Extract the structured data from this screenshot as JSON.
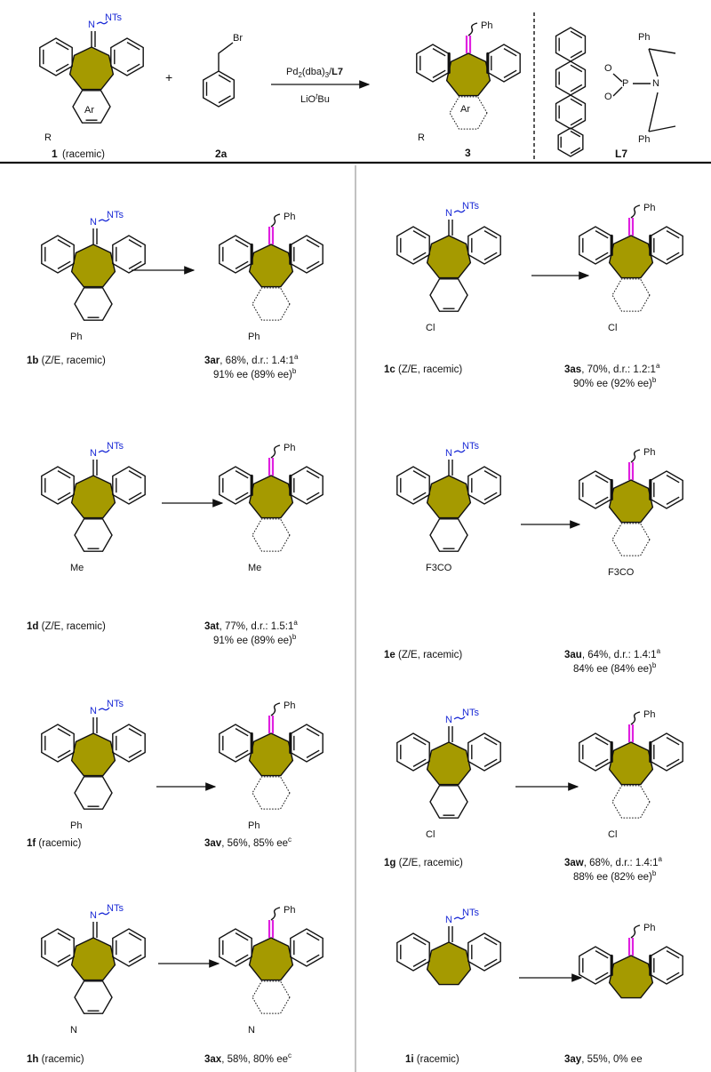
{
  "header": {
    "reactant1_label": "1",
    "reactant1_note": "(racemic)",
    "reactant2_label": "2a",
    "plus": "+",
    "conditions_top": "Pd2(dba)3/L7",
    "conditions_bottom": "LiOtBu",
    "product_label": "3",
    "ligand_label": "L7",
    "ar_label": "Ar",
    "r_label": "R",
    "br_label": "Br",
    "nts": "NTs",
    "n": "N",
    "ph": "Ph",
    "o": "O",
    "p": "P"
  },
  "entries": [
    {
      "substrate": "1b",
      "substrate_note": "(Z/E, racemic)",
      "product": "3ar",
      "line1": ", 68%, d.r.: 1.4:1",
      "sup1": "a",
      "line2": "91% ee (89% ee)",
      "sup2": "b",
      "subst": "Ph"
    },
    {
      "substrate": "1c",
      "substrate_note": "(Z/E, racemic)",
      "product": "3as",
      "line1": ", 70%, d.r.: 1.2:1",
      "sup1": "a",
      "line2": "90% ee (92% ee)",
      "sup2": "b",
      "subst": "Cl"
    },
    {
      "substrate": "1d",
      "substrate_note": "(Z/E, racemic)",
      "product": "3at",
      "line1": ", 77%, d.r.: 1.5:1",
      "sup1": "a",
      "line2": "91% ee (89% ee)",
      "sup2": "b",
      "subst": "Me"
    },
    {
      "substrate": "1e",
      "substrate_note": "(Z/E, racemic)",
      "product": "3au",
      "line1": ", 64%, d.r.: 1.4:1",
      "sup1": "a",
      "line2": "84% ee (84% ee)",
      "sup2": "b",
      "subst": "F3CO"
    },
    {
      "substrate": "1f",
      "substrate_note": "(racemic)",
      "product": "3av",
      "line1": ", 56%, 85% ee",
      "sup1": "c",
      "line2": "",
      "sup2": "",
      "subst": "Ph"
    },
    {
      "substrate": "1g",
      "substrate_note": "(Z/E, racemic)",
      "product": "3aw",
      "line1": ", 68%, d.r.: 1.4:1",
      "sup1": "a",
      "line2": "88% ee (82% ee)",
      "sup2": "b",
      "subst": "Cl"
    },
    {
      "substrate": "1h",
      "substrate_note": "(racemic)",
      "product": "3ax",
      "line1": ", 58%, 80% ee",
      "sup1": "c",
      "line2": "",
      "sup2": "",
      "subst": "N"
    },
    {
      "substrate": "1i",
      "substrate_note": "(racemic)",
      "product": "3ay",
      "line1": ", 55%, 0% ee",
      "sup1": "",
      "line2": "",
      "sup2": "",
      "subst": ""
    }
  ],
  "colors": {
    "core_fill": "#a59a00",
    "alkene_bond": "#e020e0",
    "hydrazone_label": "#1a2ad6"
  }
}
